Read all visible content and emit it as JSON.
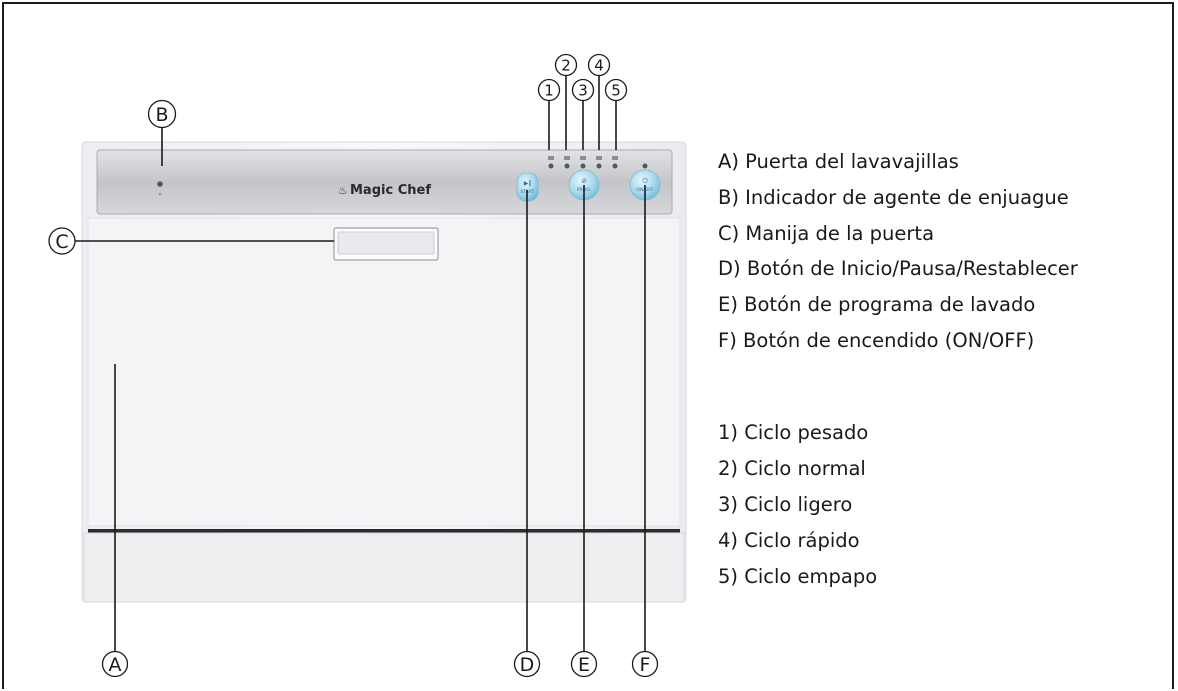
{
  "brand_logo": "Magic Chef",
  "panel_buttons": {
    "start_label": "START",
    "program_label": "PROG.",
    "power_label": "ON/OFF"
  },
  "callouts": {
    "A": "A",
    "B": "B",
    "C": "C",
    "D": "D",
    "E": "E",
    "F": "F",
    "n1": "1",
    "n2": "2",
    "n3": "3",
    "n4": "4",
    "n5": "5"
  },
  "legend": {
    "parts": [
      "A) Puerta del lavavajillas",
      "B) Indicador de agente de enjuague",
      "C) Manija de la puerta",
      "D) Botón de Inicio/Pausa/Restablecer",
      "E) Botón de programa de lavado",
      "F) Botón de encendido (ON/OFF)"
    ],
    "cycles": [
      "1) Ciclo pesado",
      "2) Ciclo normal",
      "3) Ciclo ligero",
      "4) Ciclo rápido",
      "5) Ciclo empapo"
    ]
  },
  "colors": {
    "panel_steel": "#c9cbce",
    "body_white": "#f4f5f7",
    "button_blue": "#9fd3ea",
    "outline": "#1a1a1a"
  }
}
